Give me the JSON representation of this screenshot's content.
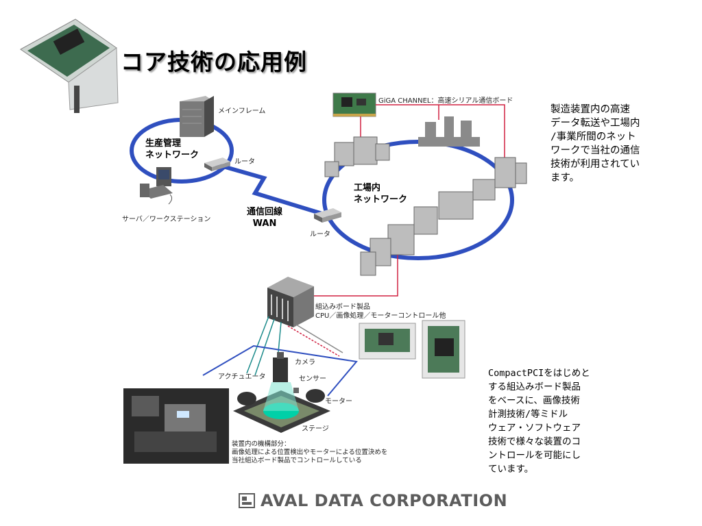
{
  "title": "コア技術の応用例",
  "labels": {
    "mainframe": "メインフレーム",
    "production_network": "生産管理\nネットワーク",
    "router_top": "ルータ",
    "server_ws": "サーバ／ワークステーション",
    "wan": "通信回線\nWAN",
    "router_bottom": "ルータ",
    "giga_channel": "GiGA CHANNEL：高速シリアル通信ボード",
    "factory_network": "工場内\nネットワーク",
    "embedded_board": "組込みボード製品\nCPU／画像処理／モーターコントロール他",
    "camera": "カメラ",
    "actuator": "アクチュエータ",
    "sensor": "センサー",
    "motor": "モーター",
    "stage": "ステージ",
    "mechanism_caption": "装置内の機構部分：\n画像処理による位置検出やモーターによる位置決めを\n当社組込ボード製品でコントロールしている"
  },
  "side_text_1": "製造装置内の高速\nデータ転送や工場内\n/事業所間のネット\nワークで当社の通信\n技術が利用されてい\nます。",
  "side_text_2": "CompactPCIをはじめと\nする組込みボード製品\nをベースに、画像技術\n計測技術/等ミドル\nウェア・ソフトウェア\n技術で様々な装置のコ\nントロールを可能にし\nています。",
  "footer": "AVAL DATA CORPORATION",
  "colors": {
    "network": "#2f4fbf",
    "link": "#d02040",
    "cable": "#1a8a8a"
  }
}
